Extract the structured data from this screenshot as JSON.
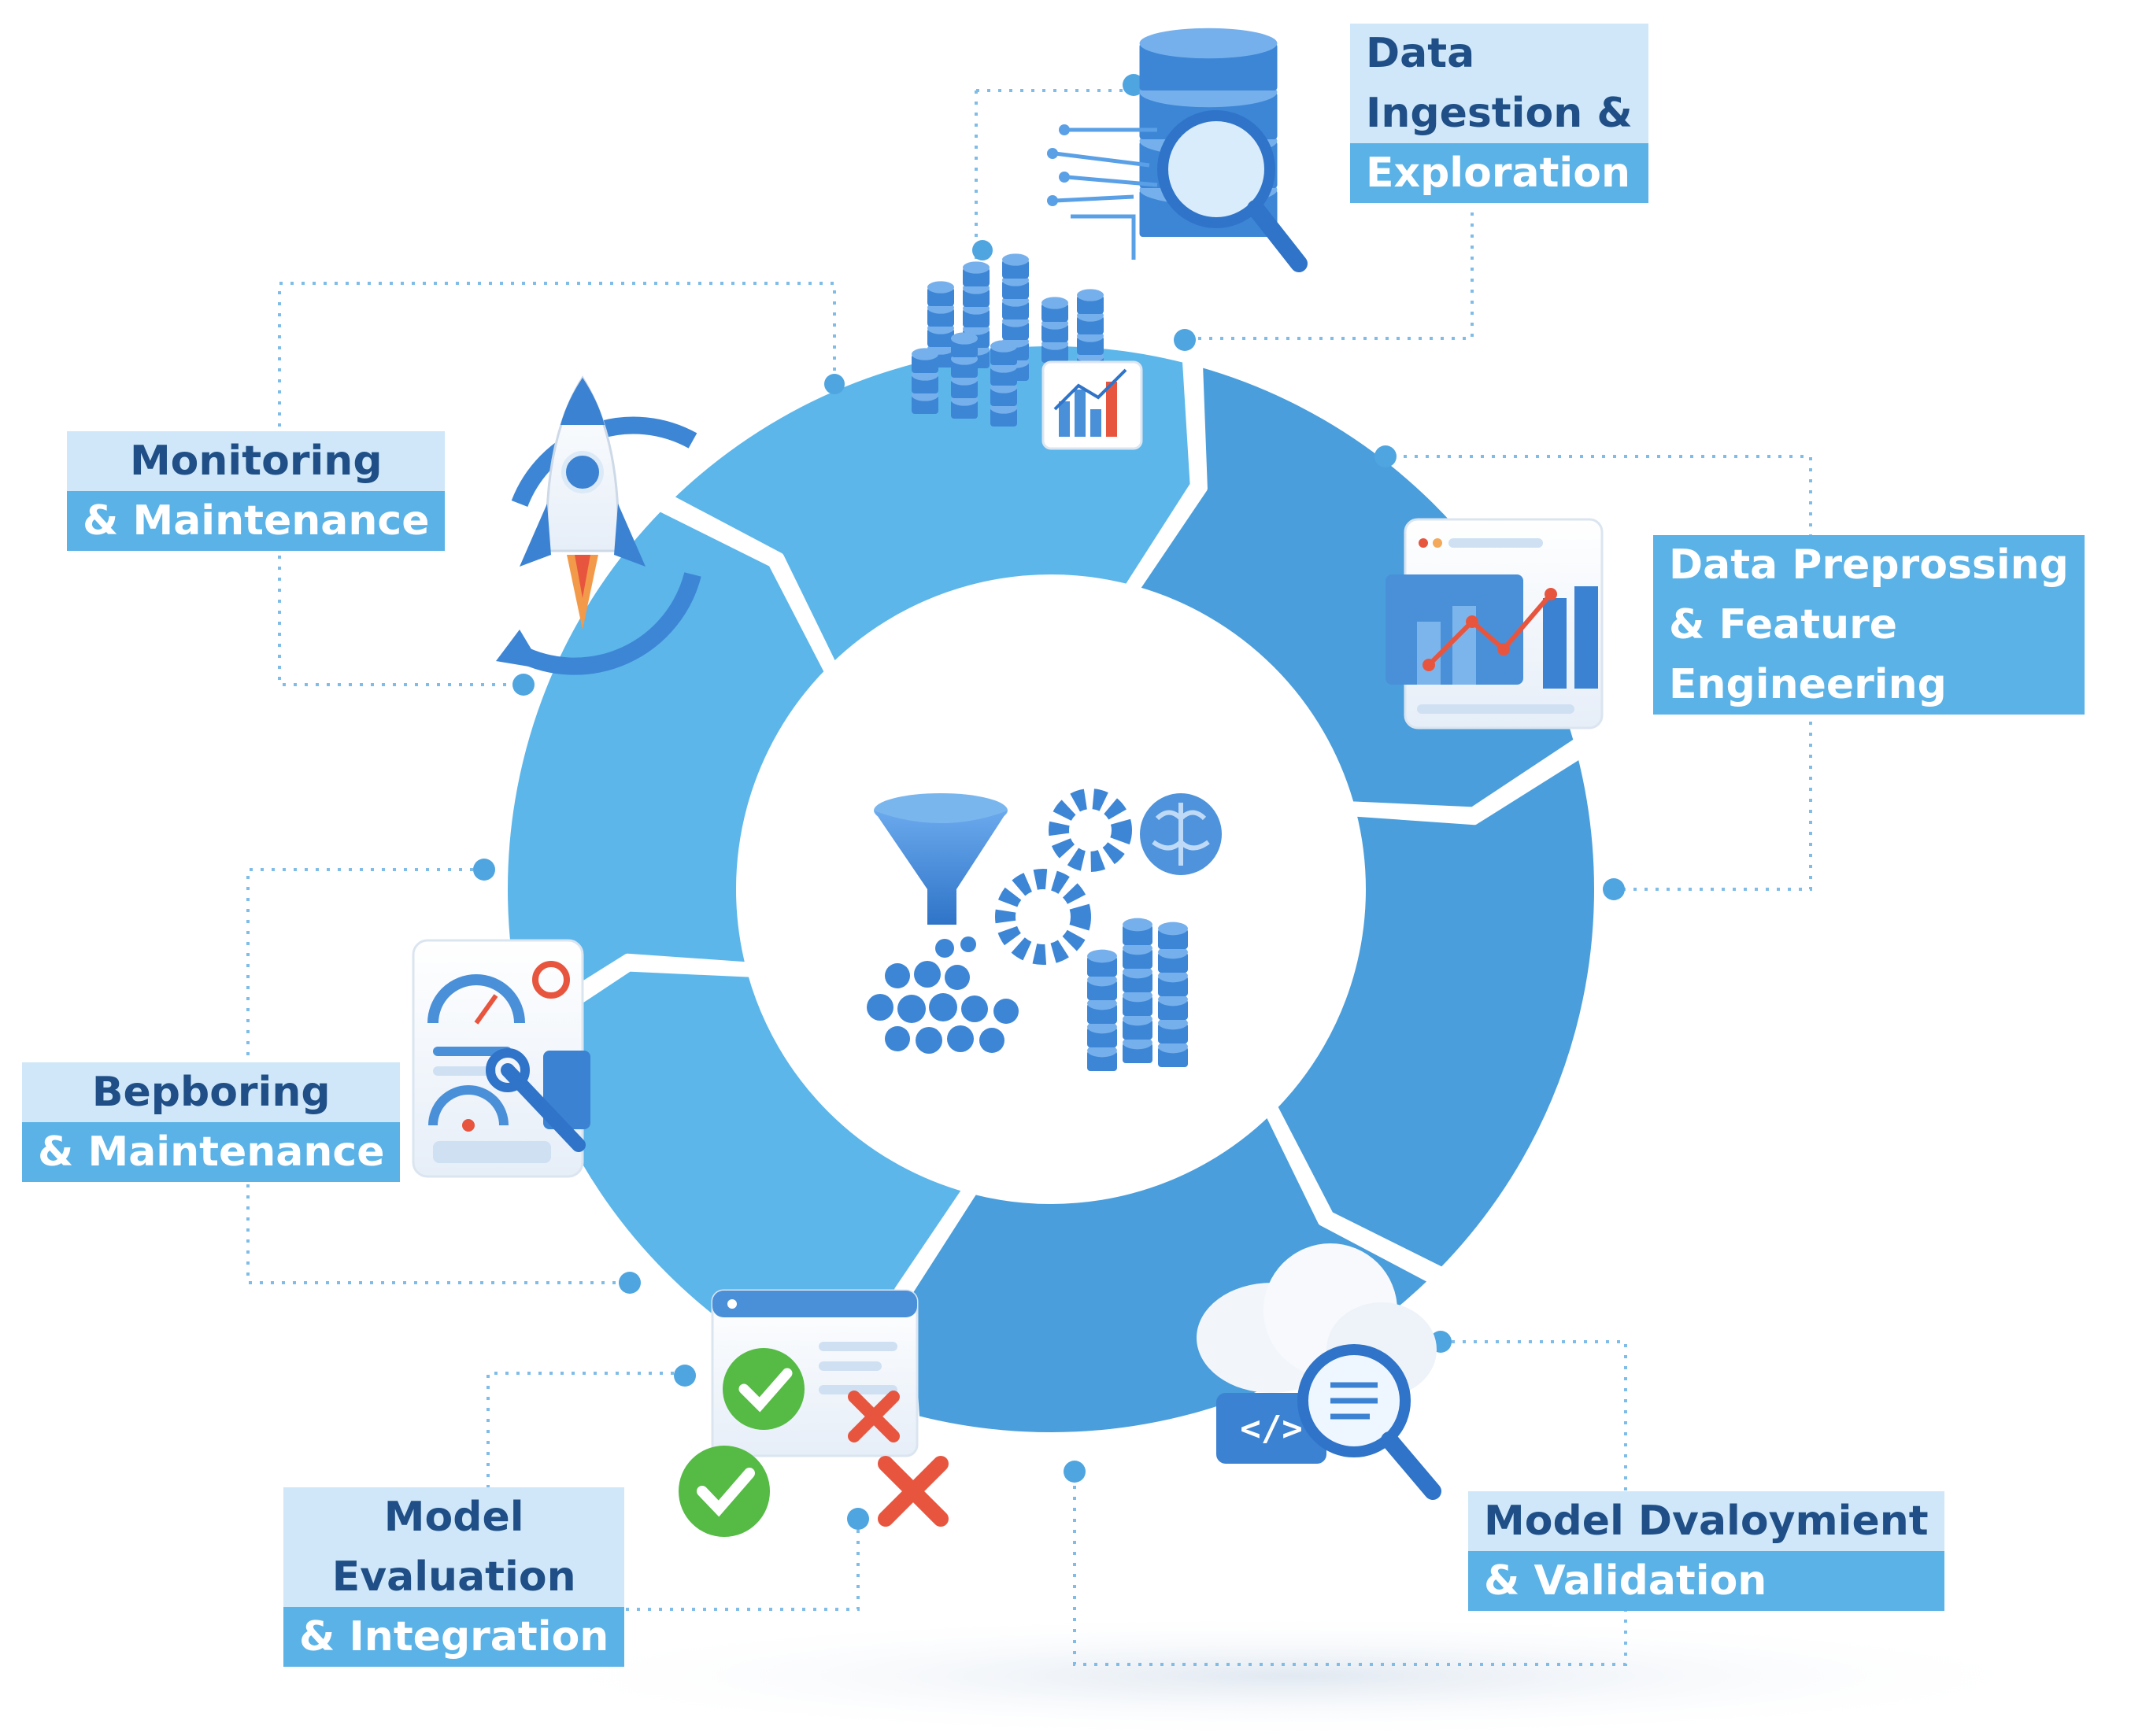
{
  "colors": {
    "ring_light": "#5cb6ea",
    "ring_mid": "#4a9edc",
    "icon_blue": "#3d86d6",
    "label_light_bg": "#cfe7f8",
    "label_dark_bg": "#5ab2e6",
    "label_text": "#1f4f86",
    "connector": "#7fbde8",
    "check_green": "#55bb44",
    "cross_red": "#e8553e"
  },
  "center": {
    "icons": [
      "funnel-icon",
      "gears-icon",
      "brain-icon",
      "data-stack-icon",
      "data-points-icon"
    ]
  },
  "stages": [
    {
      "id": "data-ingestion",
      "icon": "database-search-icon",
      "lines": [
        "Data",
        "Ingestion &",
        "Exploration"
      ]
    },
    {
      "id": "data-preprocessing",
      "icon": "dashboard-chart-icon",
      "lines": [
        "Data Preprossing",
        "& Feature",
        "Engineering"
      ]
    },
    {
      "id": "model-deployment",
      "icon": "cloud-code-search-icon",
      "lines": [
        "Model Dvaloymient",
        "& Validation"
      ]
    },
    {
      "id": "model-evaluation",
      "icon": "checklist-icon",
      "lines": [
        "Model",
        "Evaluation",
        "& Integration"
      ]
    },
    {
      "id": "bepboring",
      "icon": "gauge-dashboard-icon",
      "lines": [
        "Bepboring",
        "& Maintenance"
      ]
    },
    {
      "id": "monitoring",
      "icon": "rocket-icon",
      "lines": [
        "Monitoring",
        "& Maintenance"
      ]
    }
  ]
}
